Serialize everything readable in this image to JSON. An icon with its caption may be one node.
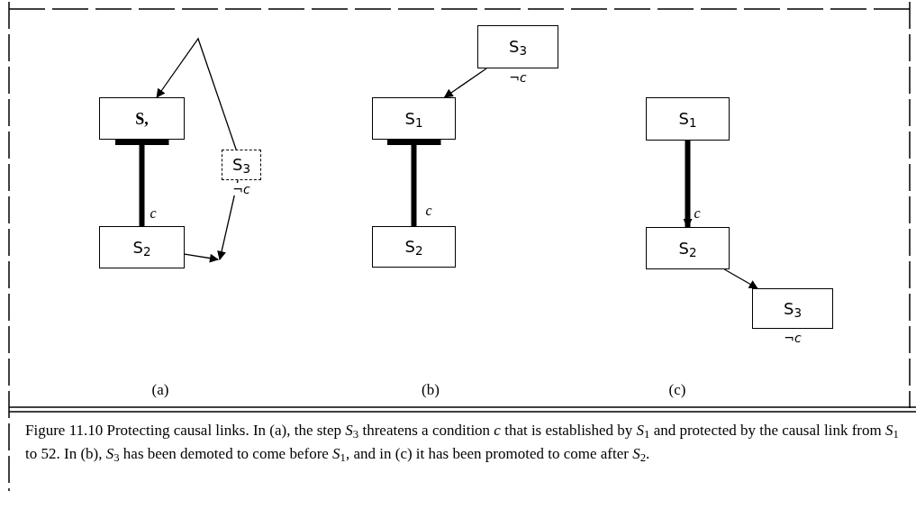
{
  "diagram": {
    "caption": "Figure 11.10 Protecting causal links. In (a), the step *S*$_{3}$ threatens a condition *c* that is established by *S*$_{1}$ and protected by the causal link from *S*$_{1}$ to 52. In (b), *S*$_{3}$ has been demoted to come before *S*$_{1}$, and in (c) it has been promoted to come after *S*$_{2}$.",
    "nodes": [
      {
        "text": [
          "S,"
        ]
      },
      {
        "text": [
          "S$_{2}$"
        ]
      },
      {
        "text": [
          "S$_{3}$"
        ],
        "beside": [
          "¬c"
        ]
      },
      {
        "text": [
          "S$_{3}$"
        ],
        "beside": [
          "¬c"
        ]
      },
      {
        "text": [
          "S$_{1}$"
        ]
      },
      {
        "text": [
          "S$_{2}$"
        ]
      },
      {
        "text": [
          "S$_{1}$"
        ]
      },
      {
        "text": [
          "S$_{2}$"
        ]
      },
      {
        "text": [
          "S$_{3}$"
        ],
        "beside": [
          "¬c"
        ]
      }
    ],
    "edges": [
      {
        "from": 2,
        "to": 0,
        "arrow": "to"
      },
      {
        "from": 0,
        "to": 1,
        "arrow": "other",
        "style": "thick",
        "label": "c"
      },
      {
        "from": 1,
        "to": null,
        "arrow": "to"
      },
      {
        "from": 2,
        "to": null,
        "arrow": "to"
      },
      {
        "from": 3,
        "to": 4,
        "arrow": "to"
      },
      {
        "from": 4,
        "to": 5,
        "arrow": "other",
        "style": "thick",
        "label": "c"
      },
      {
        "from": 6,
        "to": 7,
        "arrow": "to",
        "style": "thick",
        "label": "c"
      },
      {
        "from": 7,
        "to": 8,
        "arrow": "to"
      }
    ],
    "labels": [
      "(a)",
      "(b)",
      "(c)"
    ]
  }
}
